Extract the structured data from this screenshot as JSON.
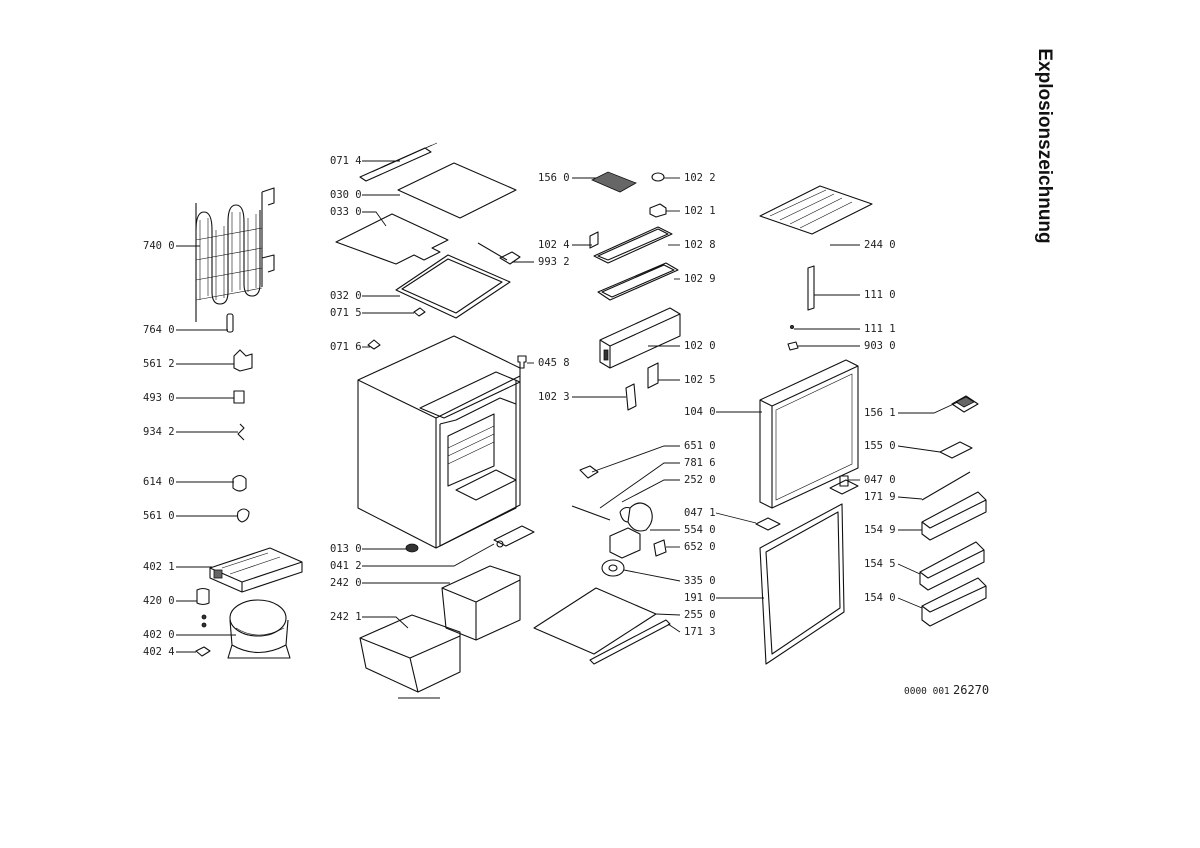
{
  "title": "Explosionszeichnung",
  "drawing_number": "0000 001",
  "drawing_code": "26270",
  "parts": [
    {
      "id": "p0714",
      "label": "071 4"
    },
    {
      "id": "p0300",
      "label": "030 0"
    },
    {
      "id": "p0330",
      "label": "033 0"
    },
    {
      "id": "p7400",
      "label": "740 0"
    },
    {
      "id": "p0320",
      "label": "032 0"
    },
    {
      "id": "p0715",
      "label": "071 5"
    },
    {
      "id": "p7640",
      "label": "764 0"
    },
    {
      "id": "p0716",
      "label": "071 6"
    },
    {
      "id": "p5612",
      "label": "561 2"
    },
    {
      "id": "p4930",
      "label": "493 0"
    },
    {
      "id": "p9342",
      "label": "934 2"
    },
    {
      "id": "p6140",
      "label": "614 0"
    },
    {
      "id": "p5610",
      "label": "561 0"
    },
    {
      "id": "p4021",
      "label": "402 1"
    },
    {
      "id": "p4200",
      "label": "420 0"
    },
    {
      "id": "p4020",
      "label": "402 0"
    },
    {
      "id": "p4024",
      "label": "402 4"
    },
    {
      "id": "p0130",
      "label": "013 0"
    },
    {
      "id": "p0412",
      "label": "041 2"
    },
    {
      "id": "p2420",
      "label": "242 0"
    },
    {
      "id": "p2421",
      "label": "242 1"
    },
    {
      "id": "p9932",
      "label": "993 2"
    },
    {
      "id": "p0458",
      "label": "045 8"
    },
    {
      "id": "p1560",
      "label": "156 0"
    },
    {
      "id": "p1024",
      "label": "102 4"
    },
    {
      "id": "p1023",
      "label": "102 3"
    },
    {
      "id": "p1022",
      "label": "102 2"
    },
    {
      "id": "p1021",
      "label": "102 1"
    },
    {
      "id": "p1028",
      "label": "102 8"
    },
    {
      "id": "p1029",
      "label": "102 9"
    },
    {
      "id": "p1020",
      "label": "102 0"
    },
    {
      "id": "p1025",
      "label": "102 5"
    },
    {
      "id": "p6510",
      "label": "651 0"
    },
    {
      "id": "p7816",
      "label": "781 6"
    },
    {
      "id": "p2520",
      "label": "252 0"
    },
    {
      "id": "p0471",
      "label": "047 1"
    },
    {
      "id": "p5540",
      "label": "554 0"
    },
    {
      "id": "p6520",
      "label": "652 0"
    },
    {
      "id": "p3350",
      "label": "335 0"
    },
    {
      "id": "p1910",
      "label": "191 0"
    },
    {
      "id": "p2550",
      "label": "255 0"
    },
    {
      "id": "p1713",
      "label": "171 3"
    },
    {
      "id": "p1040",
      "label": "104 0"
    },
    {
      "id": "p2440",
      "label": "244 0"
    },
    {
      "id": "p1110",
      "label": "111 0"
    },
    {
      "id": "p1111",
      "label": "111 1"
    },
    {
      "id": "p9030",
      "label": "903 0"
    },
    {
      "id": "p1561",
      "label": "156 1"
    },
    {
      "id": "p1550",
      "label": "155 0"
    },
    {
      "id": "p0470",
      "label": "047 0"
    },
    {
      "id": "p1719",
      "label": "171 9"
    },
    {
      "id": "p1549",
      "label": "154 9"
    },
    {
      "id": "p1545",
      "label": "154 5"
    },
    {
      "id": "p1540",
      "label": "154 0"
    }
  ]
}
